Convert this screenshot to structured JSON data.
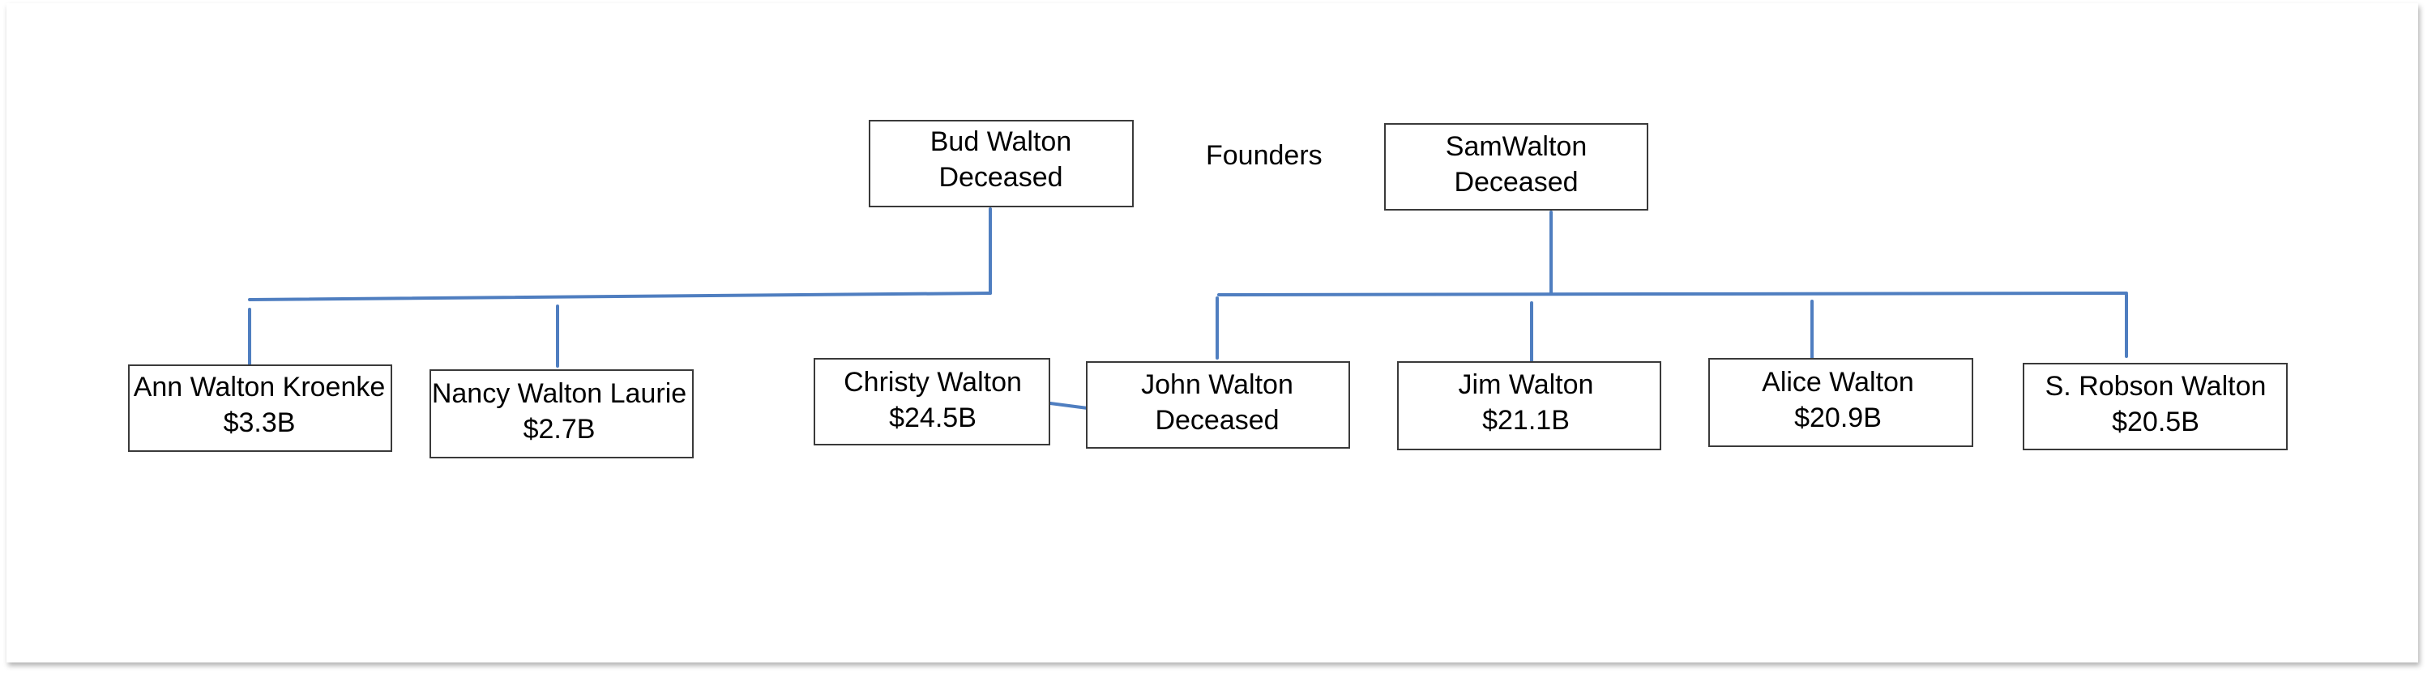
{
  "caption": "Founders",
  "colors": {
    "connector": "#4f7ec0",
    "border": "#3a3a3a"
  },
  "founders": [
    {
      "name": "Bud Walton",
      "detail": "Deceased"
    },
    {
      "name": "SamWalton",
      "detail": "Deceased"
    }
  ],
  "children": [
    {
      "name": "Ann Walton Kroenke",
      "detail": "$3.3B"
    },
    {
      "name": "Nancy Walton Laurie",
      "detail": "$2.7B"
    },
    {
      "name": "Christy Walton",
      "detail": "$24.5B"
    },
    {
      "name": "John Walton",
      "detail": "Deceased"
    },
    {
      "name": "Jim Walton",
      "detail": "$21.1B"
    },
    {
      "name": "Alice Walton",
      "detail": "$20.9B"
    },
    {
      "name": "S. Robson Walton",
      "detail": "$20.5B"
    }
  ]
}
